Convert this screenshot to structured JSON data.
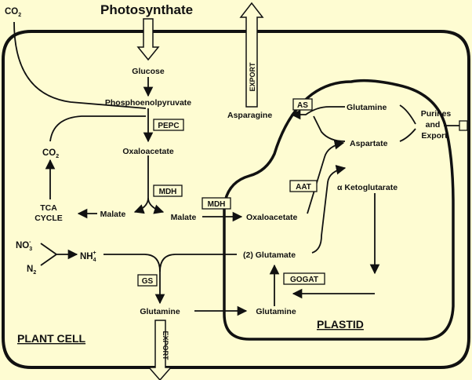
{
  "labels": {
    "co2_top": "CO",
    "co2_top_sub": "2",
    "photosynthate": "Photosynthate",
    "export_top": "EXPORT",
    "glucose": "Glucose",
    "pep": "Phosphoenolpyruvate",
    "pepc": "PEPC",
    "asparagine": "Asparagine",
    "as": "AS",
    "glutamine_plastid_top": "Glutamine",
    "purines_line1": "Purines",
    "purines_line2": "and",
    "purines_line3": "Export",
    "aspartate": "Aspartate",
    "co2_mid": "CO",
    "co2_mid_sub": "2",
    "oxaloacetate_cyto": "Oxaloacetate",
    "mdh_cyto": "MDH",
    "aat": "AAT",
    "alpha_kg": "α Ketoglutarate",
    "tca_line1": "TCA",
    "tca_line2": "CYCLE",
    "malate_left": "Malate",
    "malate_right": "Malate",
    "mdh_plastid": "MDH",
    "oxaloacetate_plastid": "Oxaloacetate",
    "no3": "NO",
    "no3_sub": "3",
    "no3_sup": "-",
    "n2": "N",
    "n2_sub": "2",
    "nh4": "NH",
    "nh4_sub": "4",
    "nh4_sup": "+",
    "glutamate_2": "(2) Glutamate",
    "gs": "GS",
    "gogat": "GOGAT",
    "glutamine_cyto": "Glutamine",
    "glutamine_plastid": "Glutamine",
    "plant_cell": "PLANT CELL",
    "export_bottom": "EXPORT",
    "plastid": "PLASTID"
  },
  "colors": {
    "background": "#fefcd2",
    "ink": "#111111"
  }
}
